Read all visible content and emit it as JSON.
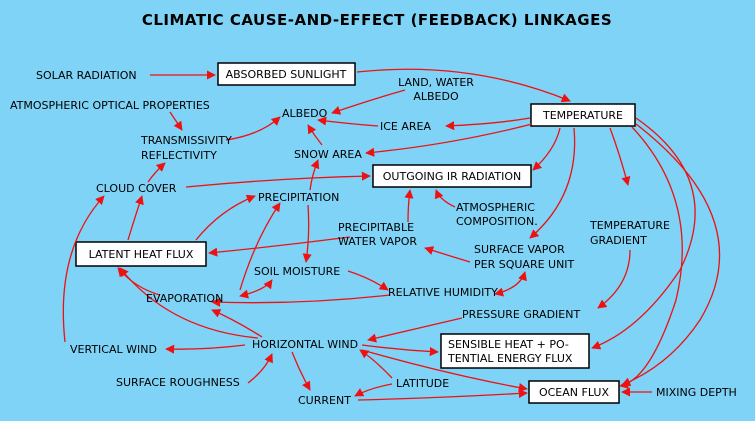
{
  "title": "CLIMATIC CAUSE-AND-EFFECT (FEEDBACK) LINKAGES",
  "colors": {
    "background": "#7fd3f7",
    "arrow": "#ee1111",
    "box_fill": "#ffffff",
    "text": "#000000"
  },
  "nodes": {
    "solar_radiation": "SOLAR RADIATION",
    "absorbed_sunlight": "ABSORBED SUNLIGHT",
    "land_water_albedo_1": "LAND, WATER",
    "land_water_albedo_2": "ALBEDO",
    "temperature": "TEMPERATURE",
    "atmospheric_optical_properties": "ATMOSPHERIC OPTICAL PROPERTIES",
    "albedo": "ALBEDO",
    "ice_area": "ICE AREA",
    "transmissivity": "TRANSMISSIVITY",
    "reflectivity": "REFLECTIVITY",
    "snow_area": "SNOW AREA",
    "cloud_cover": "CLOUD COVER",
    "outgoing_ir": "OUTGOING IR RADIATION",
    "precipitation": "PRECIPITATION",
    "atmospheric_composition_1": "ATMOSPHERIC",
    "atmospheric_composition_2": "COMPOSITION.",
    "precipitable_water_1": "PRECIPITABLE",
    "precipitable_water_2": "WATER VAPOR",
    "temperature_gradient_1": "TEMPERATURE",
    "temperature_gradient_2": "GRADIENT",
    "latent_heat_flux": "LATENT HEAT FLUX",
    "surface_vapor_1": "SURFACE VAPOR",
    "surface_vapor_2": "PER SQUARE UNIT",
    "soil_moisture": "SOIL MOISTURE",
    "evaporation": "EVAPORATION",
    "relative_humidity": "RELATIVE HUMIDITY",
    "pressure_gradient": "PRESSURE GRADIENT",
    "vertical_wind": "VERTICAL WIND",
    "horizontal_wind": "HORIZONTAL WIND",
    "sensible_heat_1": "SENSIBLE HEAT + PO-",
    "sensible_heat_2": "TENTIAL ENERGY FLUX",
    "surface_roughness": "SURFACE ROUGHNESS",
    "latitude": "LATITUDE",
    "current": "CURRENT",
    "ocean_flux": "OCEAN FLUX",
    "mixing_depth": "MIXING DEPTH"
  }
}
